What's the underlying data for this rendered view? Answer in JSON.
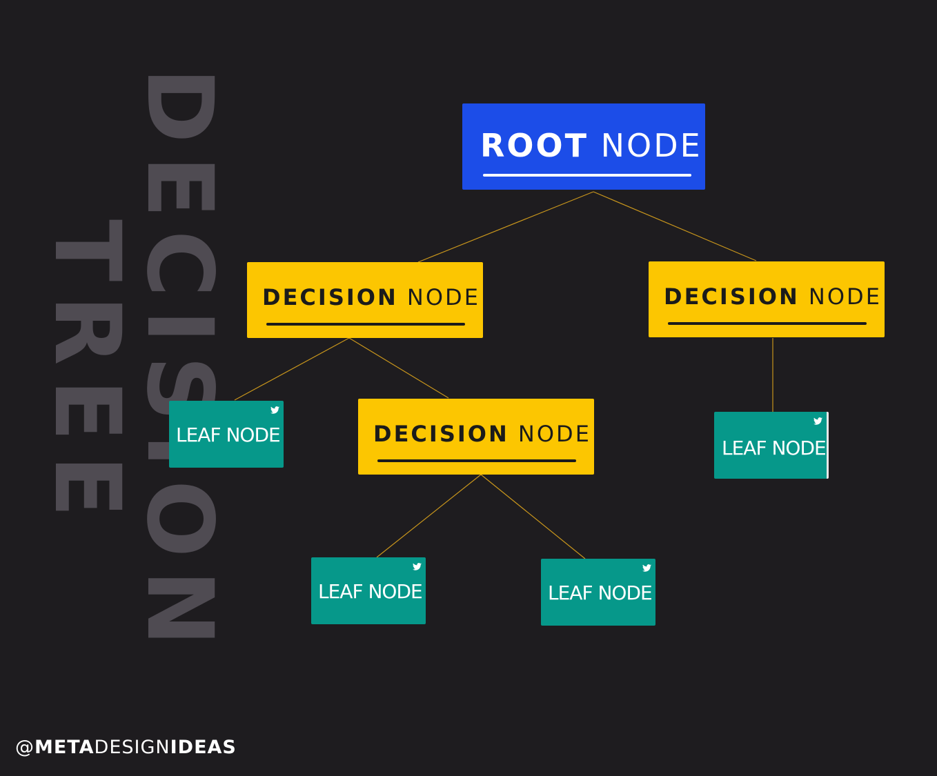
{
  "title": {
    "line1": "DECISION",
    "line2": "TREE"
  },
  "nodes": {
    "root": {
      "bold": "ROOT",
      "light": "NODE"
    },
    "decision_left": {
      "bold": "DECISION",
      "light": "NODE"
    },
    "decision_right": {
      "bold": "DECISION",
      "light": "NODE"
    },
    "decision_middle": {
      "bold": "DECISION",
      "light": "NODE"
    },
    "leaf_left": {
      "bold": "LEAF",
      "light": "NODE"
    },
    "leaf_right": {
      "bold": "LEAF",
      "light": "NODE"
    },
    "leaf_bottom_left": {
      "bold": "LEAF",
      "light": "NODE"
    },
    "leaf_bottom_right": {
      "bold": "LEAF",
      "light": "NODE"
    }
  },
  "icons": {
    "leaf_corner": "twitter-bird-icon"
  },
  "handle": {
    "at": "@",
    "part1": "META",
    "part2": "DESIGN",
    "part3": "IDEAS"
  },
  "colors": {
    "background": "#1e1c1f",
    "root": "#1c4de8",
    "decision": "#fcc601",
    "leaf": "#06988a",
    "connector": "#c9961c",
    "title": "#4f4b52"
  }
}
